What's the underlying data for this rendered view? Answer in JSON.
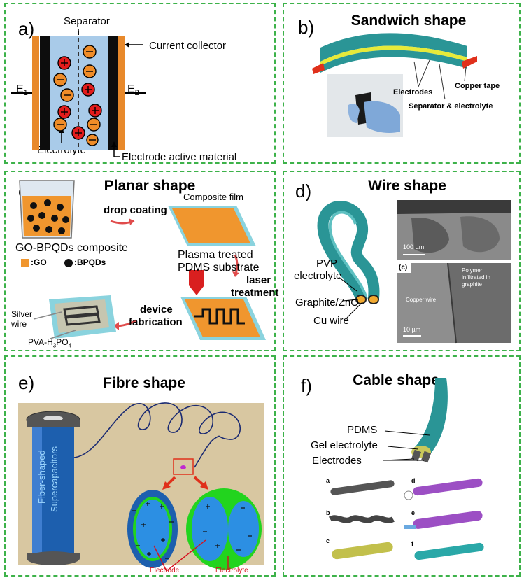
{
  "panels": {
    "a": {
      "letter": "a)",
      "separator": "Separator",
      "current_collector": "Current collector",
      "e1": "E",
      "e1_sub": "1",
      "e2": "E",
      "e2_sub": "2",
      "electrolyte": "Electrolyte",
      "active_material": "Electrode active material"
    },
    "b": {
      "letter": "b)",
      "title": "Sandwich  shape",
      "copper_tape": "Copper tape",
      "electrodes": "Electrodes",
      "separator_electrolyte": "Separator & electrolyte"
    },
    "c": {
      "letter": "c)",
      "title": "Planar shape",
      "composite_film": "Composite film",
      "drop_coating": "drop coating",
      "go_bpqds": "GO-BPQDs composite",
      "legend_go": ":GO",
      "legend_bpqds": ":BPQDs",
      "plasma_1": "Plasma treated",
      "plasma_2": "PDMS substrate",
      "laser_1": "laser",
      "laser_2": "treatment",
      "device_1": "device",
      "device_2": "fabrication",
      "silver_1": "Silver",
      "silver_2": "wire",
      "pva": "PVA-H",
      "pva_sub1": "3",
      "pva_mid": "PO",
      "pva_sub2": "4"
    },
    "d": {
      "letter": "d)",
      "title": "Wire shape",
      "pvp_1": "PVP",
      "pvp_2": "electrolyte",
      "graphite": "Graphite/ZnO",
      "cu_wire": "Cu wire",
      "scale_1": "100 µm",
      "inset_letter": "(c)",
      "copper_wire": "Copper wire",
      "polymer_1": "Polymer",
      "polymer_2": "infiltrated in",
      "polymer_3": "graphite",
      "scale_2": "10 µm"
    },
    "e": {
      "letter": "e)",
      "title": "Fibre shape",
      "spool_1": "Fiber-shaped",
      "spool_2": "Supercapacitors",
      "electrode": "Electrode",
      "electrolyte": "Electrolyte"
    },
    "f": {
      "letter": "f)",
      "title": "Cable shape",
      "pdms": "PDMS",
      "gel": "Gel electrolyte",
      "electrodes": "Electrodes",
      "steps": [
        "a",
        "b",
        "c",
        "d",
        "e",
        "f"
      ]
    }
  },
  "colors": {
    "border": "#3db24a",
    "collector": "#e8892b",
    "electrode": "#0d0d0d",
    "electrolyte_fill": "#a9cbe9",
    "ion_red": "#e21c1c",
    "ion_orange": "#ef8c28",
    "teal": "#2a9596",
    "yellow_layer": "#e6ea3a",
    "copper_tape": "#e0301b",
    "go_orange": "#f0962e",
    "pdms_blue": "#8ad3de",
    "fibre_blue": "#1d5fae",
    "fibre_green": "#22d41e",
    "cable_purple": "#9c4fc4",
    "cable_olive": "#c2c04c",
    "background_tan": "#d8c7a1"
  }
}
